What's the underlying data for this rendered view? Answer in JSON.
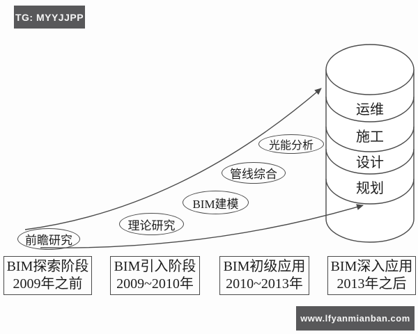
{
  "badges": {
    "top_left": "TG: MYYJJPP",
    "bottom_right": "www.lfyanmianban.com"
  },
  "milestones": [
    {
      "label": "前瞻研究"
    },
    {
      "label": "理论研究"
    },
    {
      "label": "BIM建模"
    },
    {
      "label": "管线综合"
    },
    {
      "label": "光能分析"
    }
  ],
  "cylinder": {
    "layers": [
      {
        "label": "运维"
      },
      {
        "label": "施工"
      },
      {
        "label": "设计"
      },
      {
        "label": "规划"
      }
    ]
  },
  "phases": [
    {
      "name": "BIM探索阶段",
      "period": "2009年之前"
    },
    {
      "name": "BIM引入阶段",
      "period": "2009~2010年"
    },
    {
      "name": "BIM初级应用",
      "period": "2010~2013年"
    },
    {
      "name": "BIM深入应用",
      "period": "2013年之后"
    }
  ],
  "colors": {
    "badge_bg": "#58585a",
    "badge_text": "#f5f5f5",
    "line": "#4a4a4a",
    "background": "#fdfdfd"
  }
}
